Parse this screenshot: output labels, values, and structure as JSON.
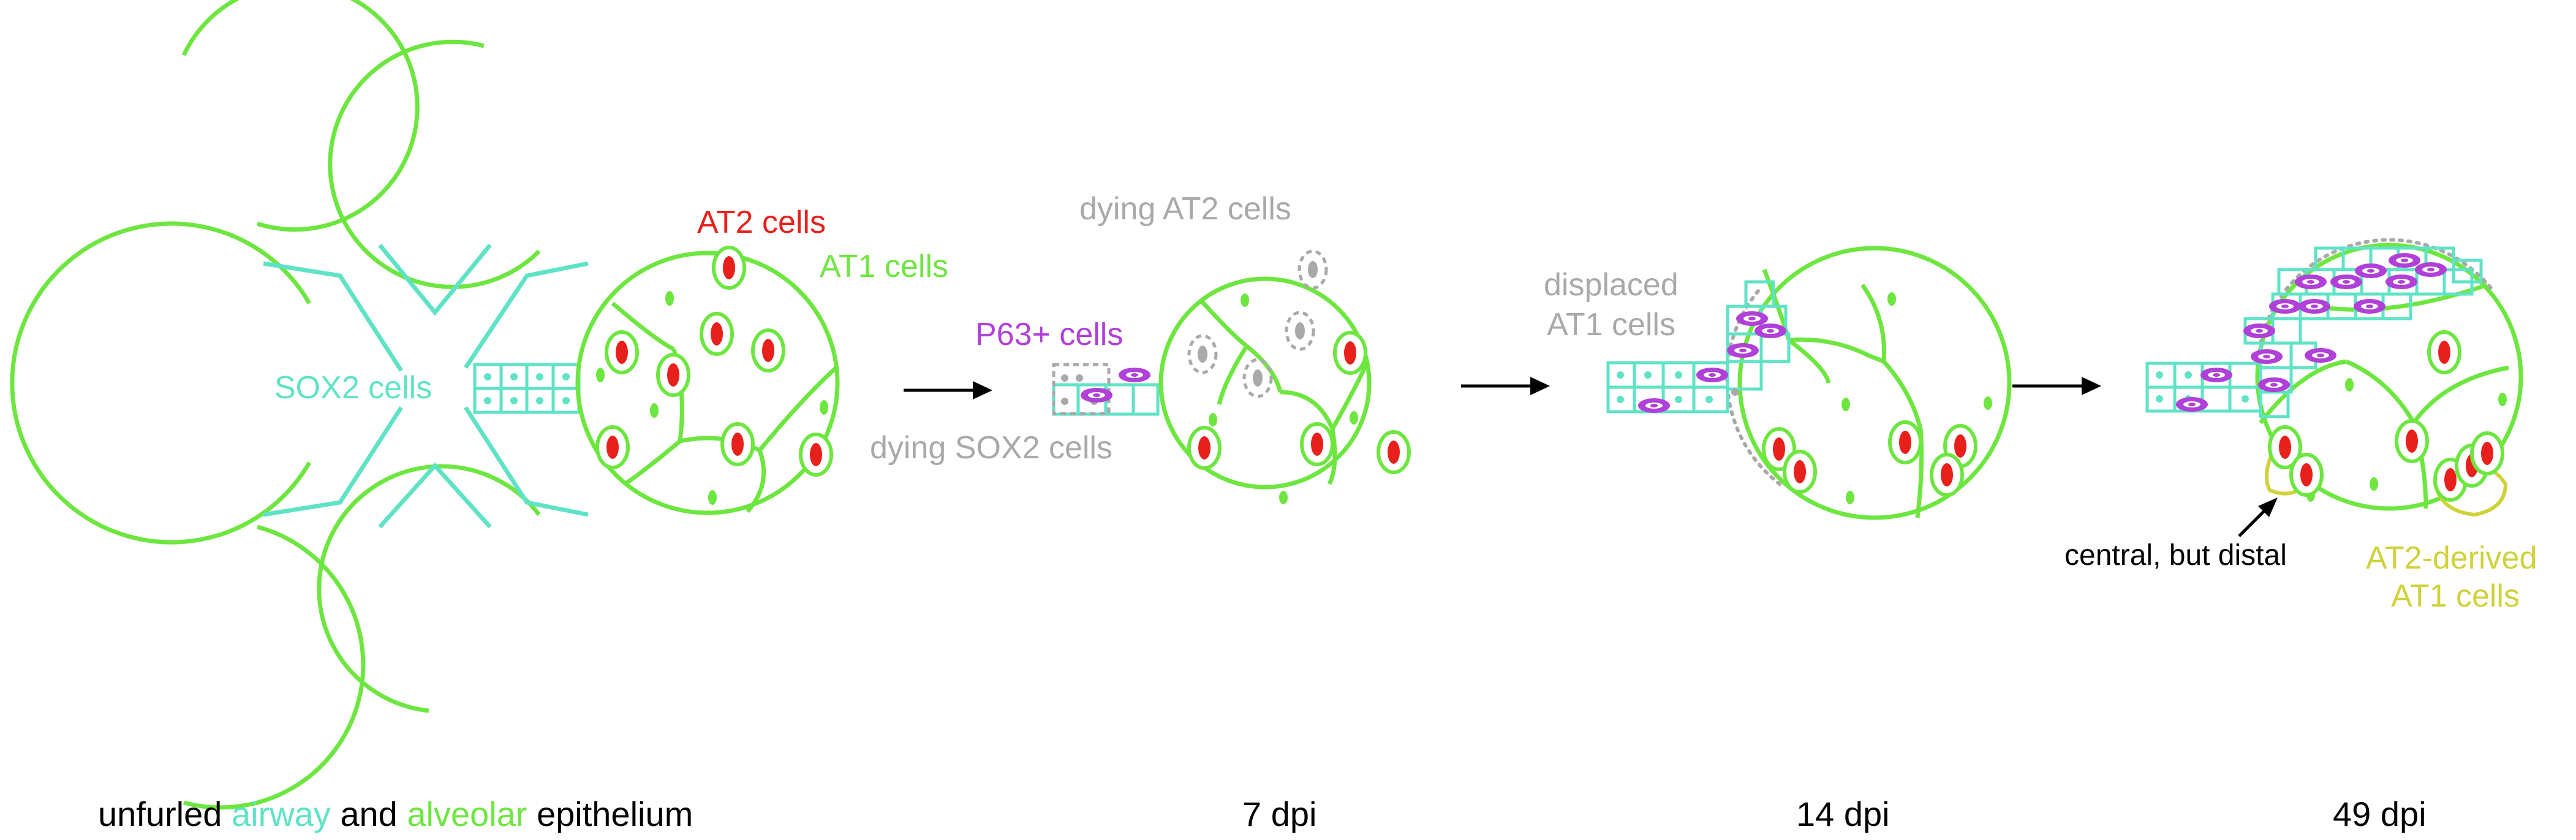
{
  "colors": {
    "alveolar": "#6ee640",
    "airway": "#5fe3c6",
    "at2": "#e8201c",
    "p63": "#b040d8",
    "dying": "#a9a9a9",
    "at2_derived": "#cfd23a",
    "text": "#000000"
  },
  "labels": {
    "at2_cells": "AT2 cells",
    "at1_cells": "AT1 cells",
    "sox2_cells": "SOX2 cells",
    "dying_at2_cells": "dying AT2 cells",
    "p63_cells": "P63+ cells",
    "dying_sox2_cells": "dying SOX2 cells",
    "displaced_line1": "displaced",
    "displaced_line2": "AT1 cells",
    "central_distal": "central, but distal",
    "at2_derived_line1": "AT2-derived",
    "at2_derived_line2": "AT1 cells"
  },
  "captions": {
    "stage1_part1": "unfurled ",
    "stage1_airway": "airway",
    "stage1_part2": " and ",
    "stage1_alveolar": "alveolar",
    "stage1_part3": " epithelium",
    "stage2": "7 dpi",
    "stage3": "14 dpi",
    "stage4": "49 dpi"
  }
}
